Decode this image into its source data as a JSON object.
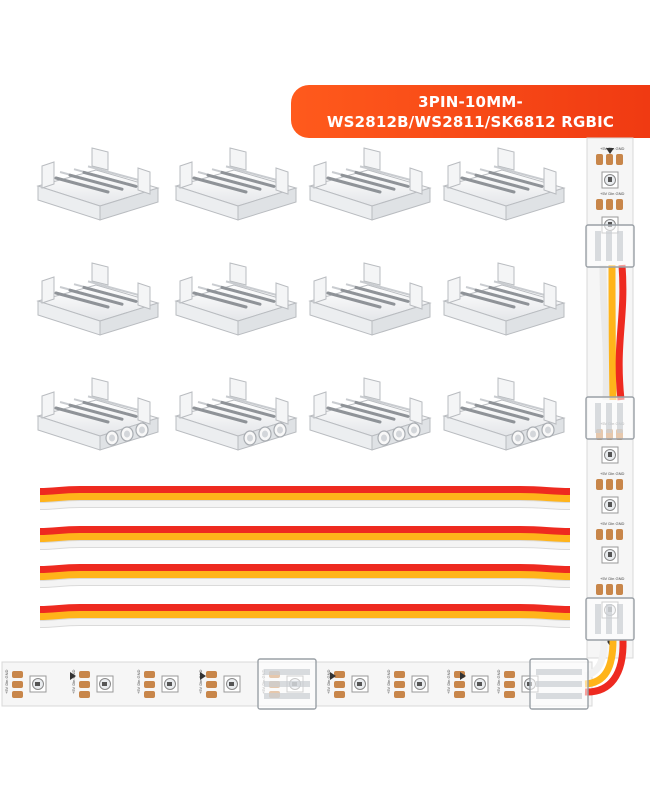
{
  "banner": {
    "line1": "3PIN-10MM-",
    "line2": "WS2812B/WS2811/SK6812 RGBIC"
  },
  "colors": {
    "banner": "#f24a14",
    "wire_yellow": "#ffb41a",
    "wire_red": "#ee2a20",
    "wire_white": "#f2f2f2",
    "pad_copper": "#c8864a",
    "strip": "#f7f7f7"
  },
  "connectors": {
    "clip_type_count": 8,
    "block_type_count": 4
  },
  "jumper_cables": {
    "count": 4
  },
  "strip_labels": {
    "plus5v": "+5V",
    "data": "Din",
    "gnd": "GND",
    "chip": "WS"
  }
}
